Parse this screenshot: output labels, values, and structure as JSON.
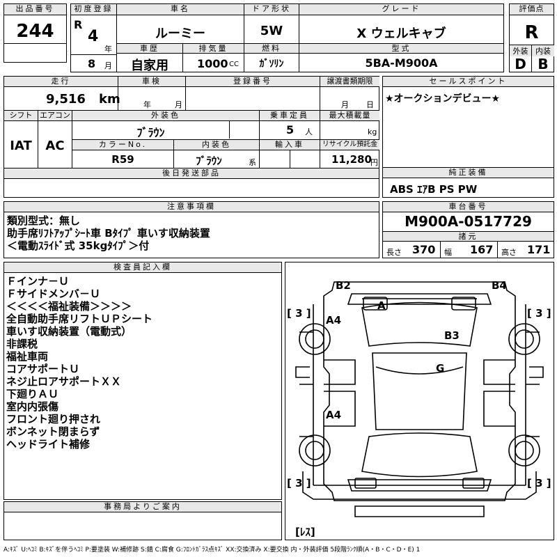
{
  "header": {
    "lot_label": "出品番号",
    "lot_number": "244",
    "first_reg_label": "初度登録",
    "era": "R",
    "year": "4",
    "year_unit": "年",
    "month": "8",
    "month_unit": "月",
    "car_name_label": "車名",
    "car_name": "ルーミー",
    "door_label": "ドア形状",
    "door": "5W",
    "grade_label": "グレード",
    "grade": "X ウェルキャブ",
    "score_label": "評価点",
    "score": "R",
    "history_label": "車歴",
    "history": "自家用",
    "displacement_label": "排気量",
    "displacement": "1000",
    "cc_unit": "CC",
    "fuel_label": "燃料",
    "fuel": "ｶﾞｿﾘﾝ",
    "model_label": "型式",
    "model": "5BA-M900A",
    "exterior_label": "外装",
    "exterior": "D",
    "interior_label": "内装",
    "interior": "B"
  },
  "row2": {
    "mileage_label": "走行",
    "mileage": "9,516",
    "km_unit": "km",
    "inspection_label": "車検",
    "insp_year_unit": "年",
    "insp_month_unit": "月",
    "reg_label": "登録番号",
    "transfer_label": "譲渡書類期限",
    "transfer_month_unit": "月",
    "transfer_day_unit": "日",
    "sales_point_label": "セールスポイント",
    "sales_point": "★オークションデビュー★"
  },
  "row3": {
    "shift_label": "シフト",
    "shift": "IAT",
    "aircon_label": "エアコン",
    "aircon": "AC",
    "color_label": "外装色",
    "color": "ﾌﾞﾗｳﾝ",
    "capacity_label": "乗車定員",
    "capacity": "5",
    "capacity_unit": "人",
    "load_label": "最大積載量",
    "load_unit": "kg",
    "color_no_label": "カラーNo.",
    "color_no": "R59",
    "interior_color_label": "内装色",
    "interior_color": "ﾌﾞﾗｳﾝ",
    "interior_color_suffix": "系",
    "import_label": "輸入車",
    "recycle_label": "リサイクル預託金",
    "recycle": "11,280",
    "recycle_unit": "円",
    "later_parts_label": "後日発送部品",
    "equipment_label": "純正装備",
    "equipment": "ABS ｴｱB PS PW"
  },
  "notes": {
    "label": "注意事項欄",
    "lines": [
      "類別型式：無し",
      "助手席ﾘﾌﾄｱｯﾌﾟｼｰﾄ車 Bﾀｲﾌﾟ 車いす収納装置",
      "＜電動ｽﾗｲﾄﾞ式 35kgﾀｲﾌﾟ＞付"
    ],
    "chassis_label": "車台番号",
    "chassis": "M900A-0517729",
    "specs_label": "諸元",
    "length_label": "長さ",
    "length": "370",
    "width_label": "幅",
    "width": "167",
    "height_label": "高さ",
    "height": "171"
  },
  "inspector": {
    "label": "検査員記入欄",
    "lines": [
      "Ｆインナ－Ｕ",
      "Ｆサイドメンバ－Ｕ",
      "＜＜＜＜福祉装備＞＞＞＞",
      "全自動助手席リフトＵＰシート",
      "車いす収納装置（電動式）",
      "非課税",
      "福祉車両",
      "コアサポートＵ",
      "ネジ止ロアサポートＸＸ",
      "下廻りＡＵ",
      "室内内張傷",
      "フロント廻り押され",
      "ボンネット閉まらず",
      "ヘッドライト補修"
    ]
  },
  "office": {
    "label": "事務局よりご案内"
  },
  "diagram": {
    "labels": {
      "b2": "B2",
      "b4": "B4",
      "a": "A",
      "a4_top": "A4",
      "b3": "B3",
      "g": "G",
      "a4_bottom": "A4"
    },
    "tire_marks": [
      "[ 3 ]",
      "[ 3 ]",
      "[ 3 ]",
      "[ 3 ]"
    ],
    "spare": "[ﾚｽ]"
  },
  "legend": "A:ｷｽﾞ U:ﾍｺﾐ B:ｷｽﾞを伴うﾍｺﾐ P:要塗装 W:補修跡 S:錆 C:腐食 G:ﾌﾛﾝﾄｶﾞﾗｽ点ｷｽﾞ XX:交換済み X:要交換  内・外装評価 5段階ﾗﾝｸ順(A・B・C・D・E) 1"
}
